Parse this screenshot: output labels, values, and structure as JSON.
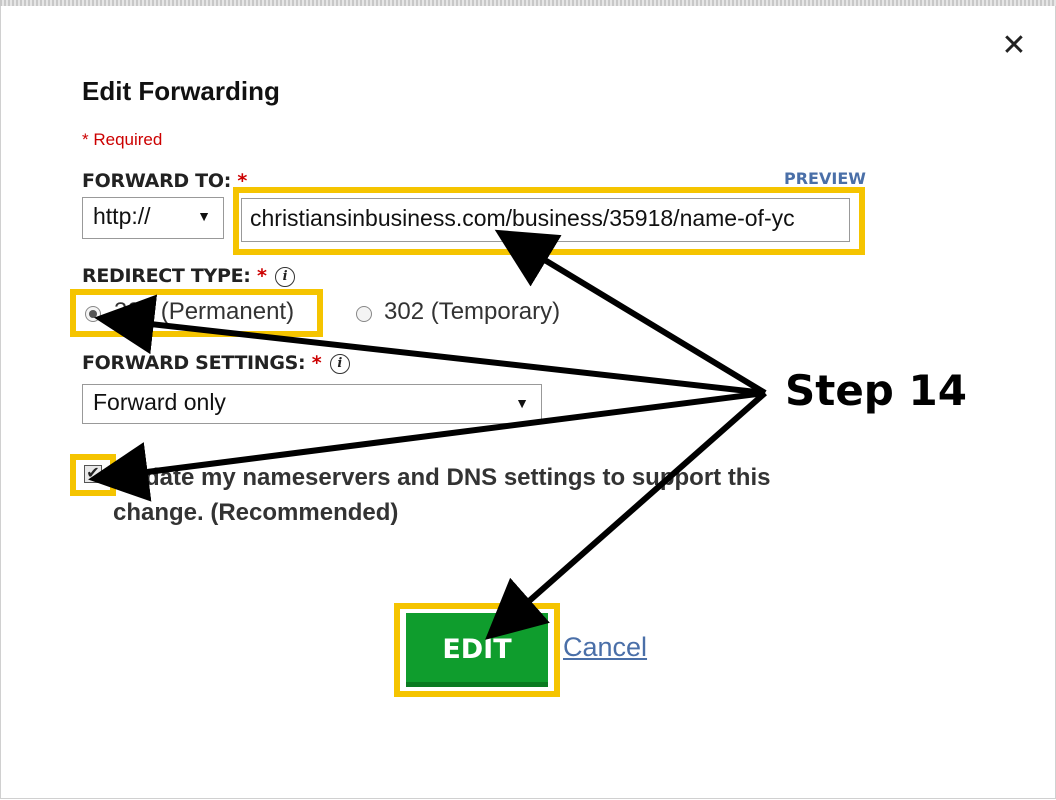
{
  "dialog": {
    "title": "Edit Forwarding",
    "required_note": "* Required",
    "close_glyph": "✕"
  },
  "forward_to": {
    "label": "FORWARD TO:",
    "required_star": "*",
    "preview_label": "PREVIEW",
    "protocol_value": "http://",
    "url_value": "christiansinbusiness.com/business/35918/name-of-yc"
  },
  "redirect_type": {
    "label": "REDIRECT TYPE:",
    "required_star": "*",
    "info_glyph": "i",
    "options": [
      {
        "label": "301 (Permanent)",
        "selected": true
      },
      {
        "label": "302 (Temporary)",
        "selected": false
      }
    ]
  },
  "forward_settings": {
    "label": "FORWARD SETTINGS:",
    "required_star": "*",
    "info_glyph": "i",
    "value": "Forward only"
  },
  "dns_checkbox": {
    "checked": true,
    "label": "Update my nameservers and DNS settings to support this change. (Recommended)"
  },
  "actions": {
    "edit_label": "EDIT",
    "cancel_label": "Cancel"
  },
  "annotation": {
    "step_label": "Step 14",
    "highlight_color": "#f5c400"
  },
  "icons": [
    "close-icon",
    "info-icon",
    "dropdown-caret-icon",
    "checkmark-icon"
  ]
}
